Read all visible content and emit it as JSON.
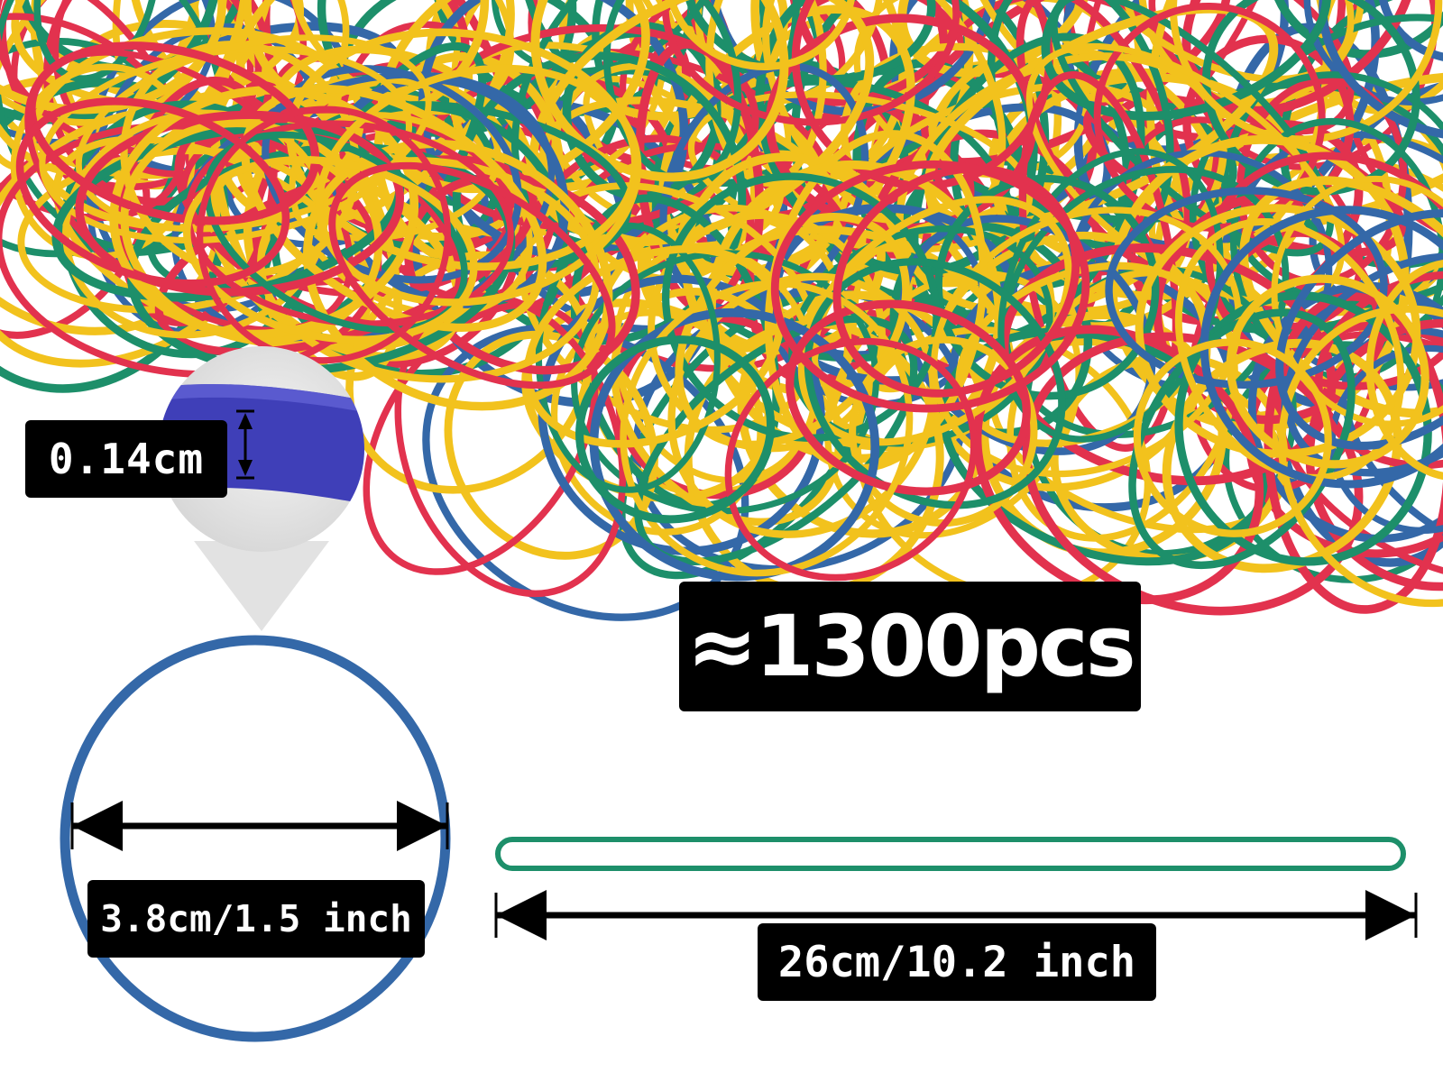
{
  "product": {
    "count_label": "≈1300pcs",
    "thickness_label": "0.14cm",
    "diameter_label": "3.8cm/1.5 inch",
    "length_label": "26cm/10.2 inch"
  },
  "colors": {
    "band_yellow": "#f2c21d",
    "band_red": "#e2324e",
    "band_green": "#1d8f6a",
    "band_blue": "#3468a8",
    "label_background": "#000000",
    "label_text": "#ffffff",
    "background": "#ffffff"
  }
}
